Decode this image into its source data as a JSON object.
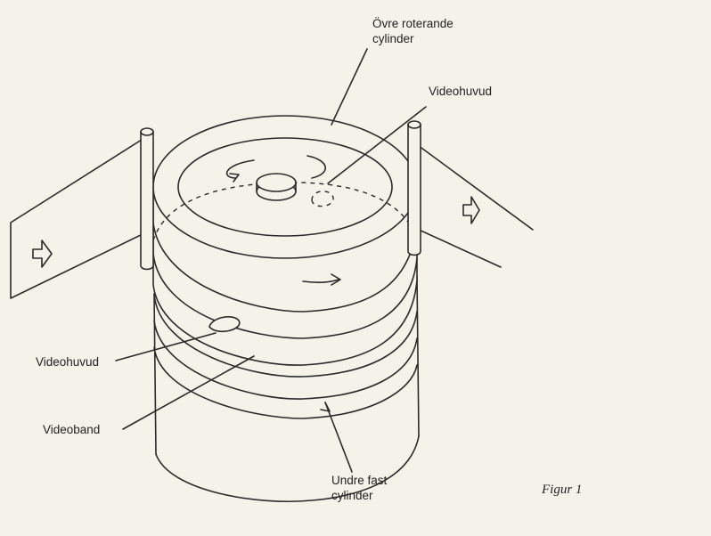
{
  "labels": {
    "upper_cylinder_line1": "Övre roterande",
    "upper_cylinder_line2": "cylinder",
    "video_head_top": "Videohuvud",
    "video_head_left": "Videohuvud",
    "video_tape": "Videoband",
    "lower_cylinder_line1": "Undre fast",
    "lower_cylinder_line2": "cylinder"
  },
  "caption": "Figur 1"
}
